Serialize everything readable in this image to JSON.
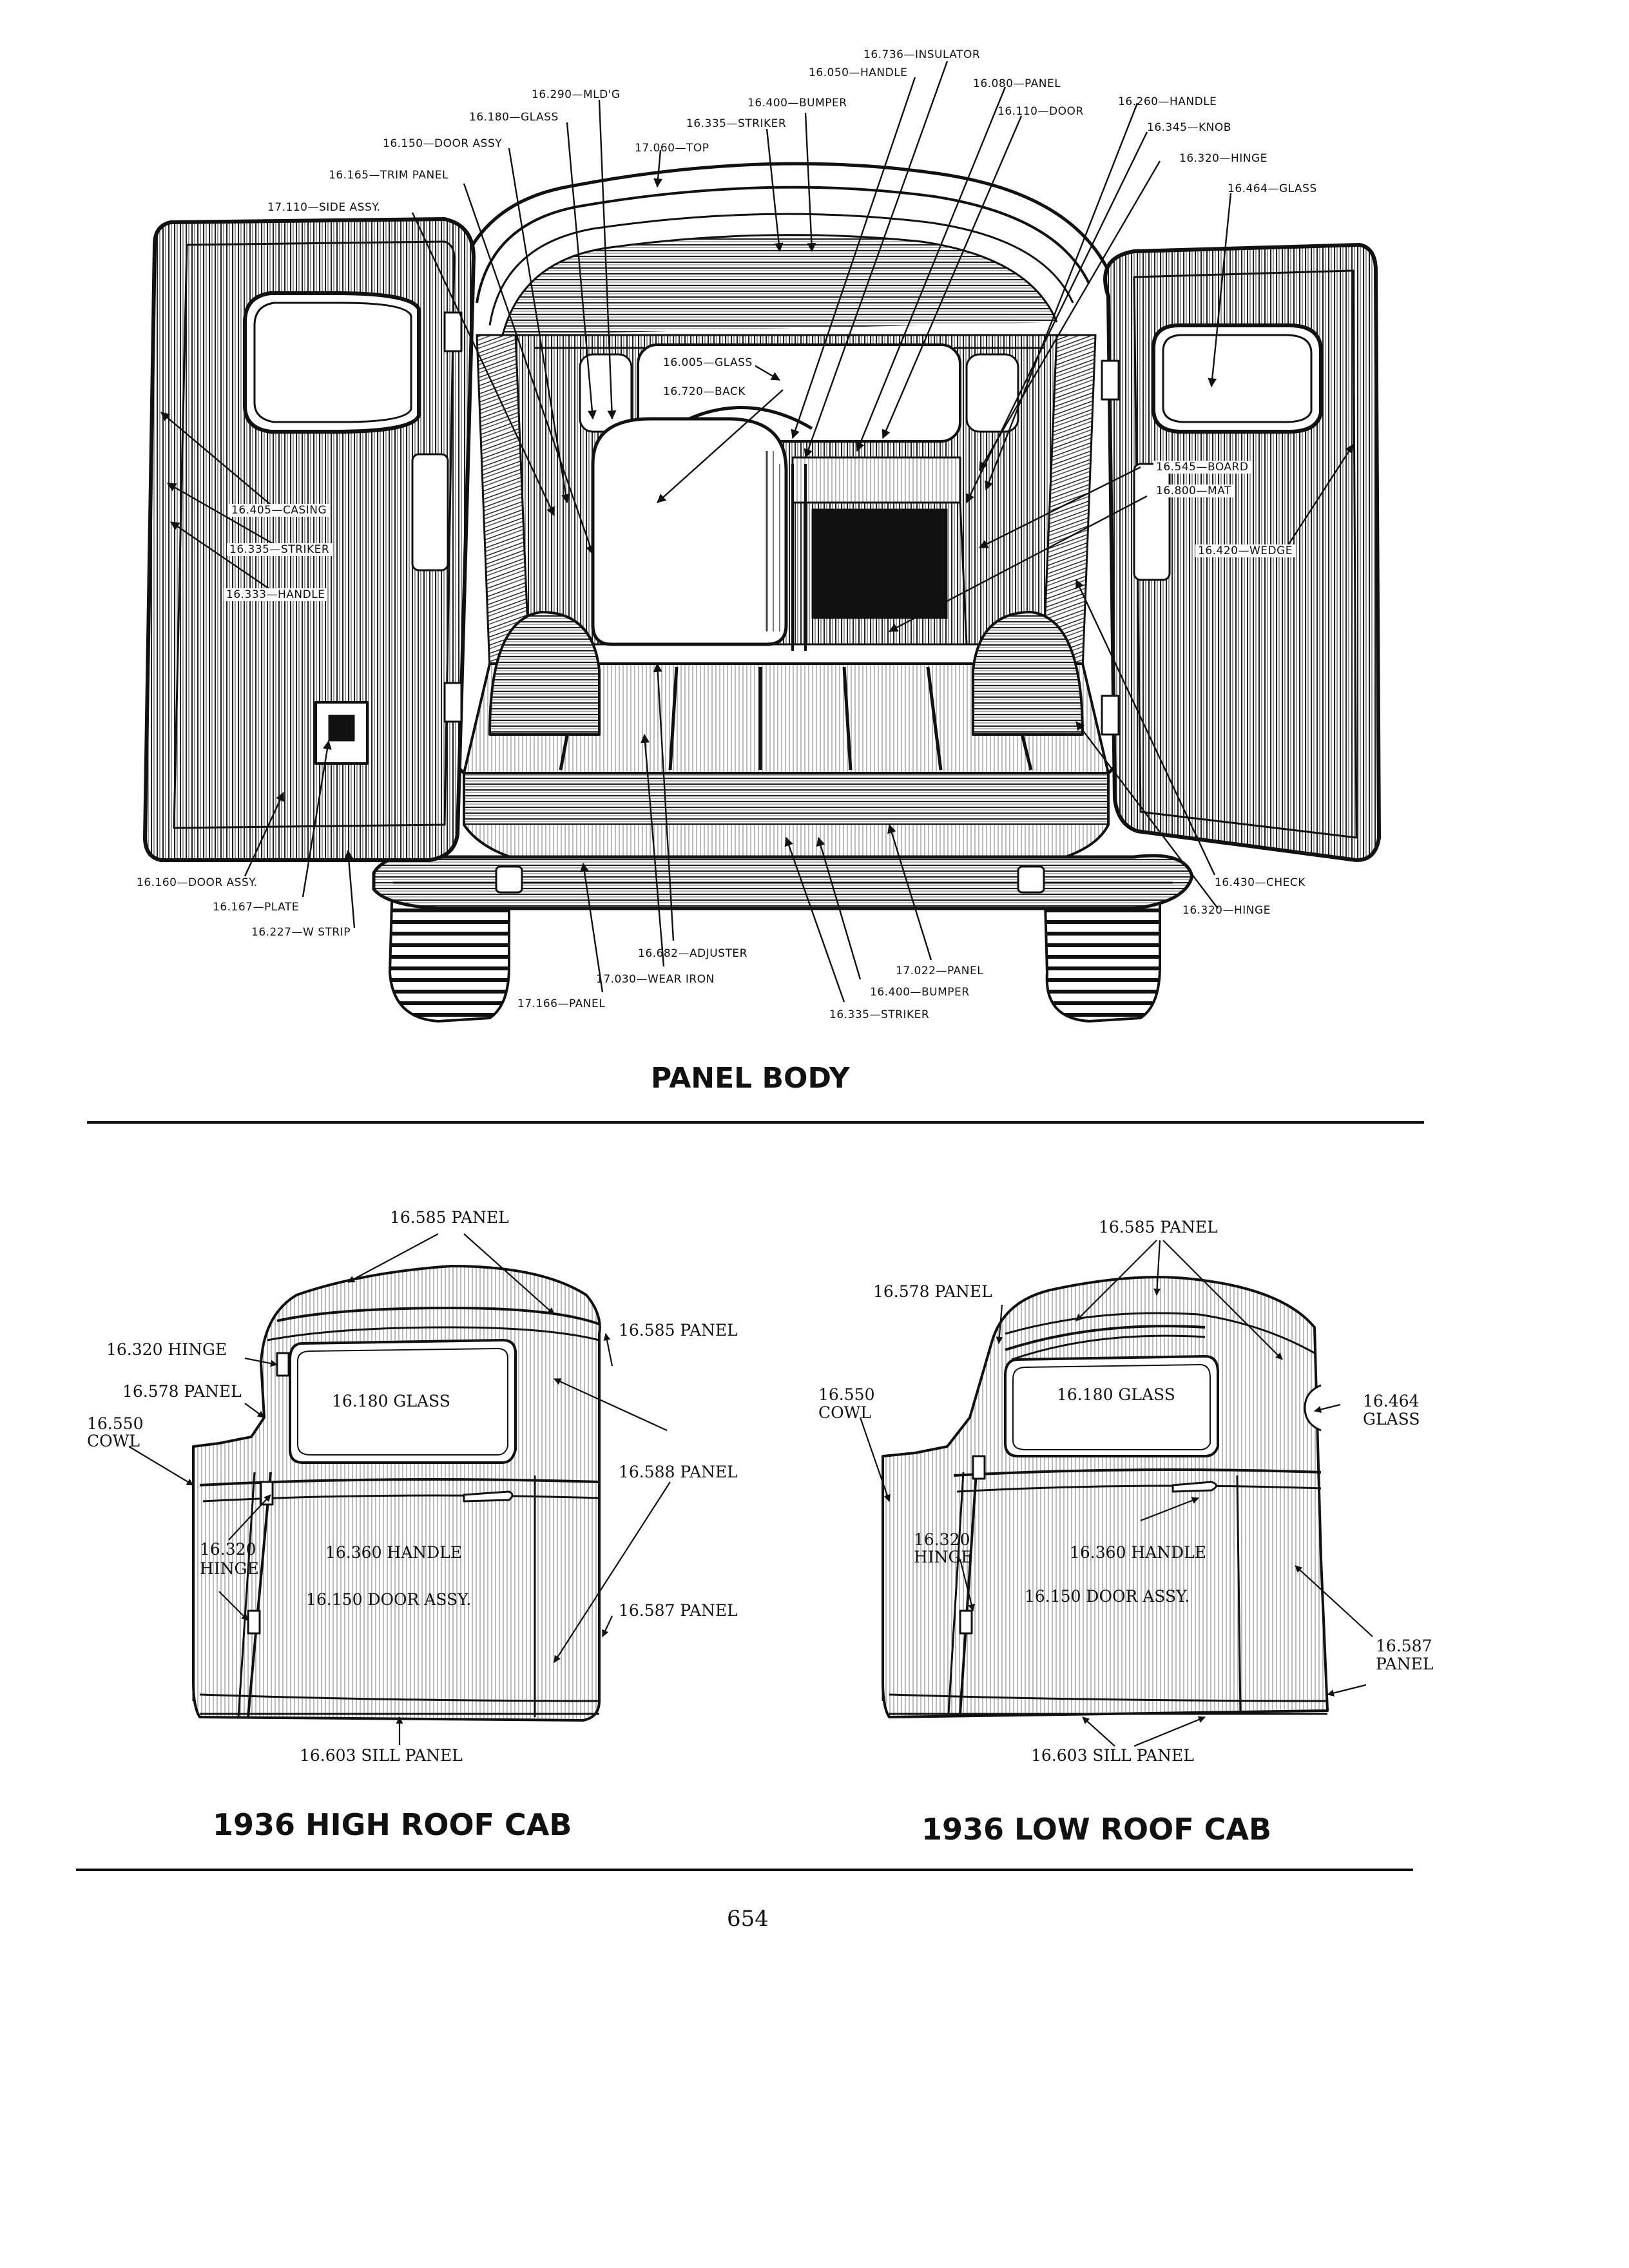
{
  "panel_body": {
    "title": "PANEL BODY",
    "labels": [
      {
        "id": "insulator",
        "text": "16.736—INSULATOR"
      },
      {
        "id": "handle_top",
        "text": "16.050—HANDLE"
      },
      {
        "id": "bumper_top",
        "text": "16.400—BUMPER"
      },
      {
        "id": "striker_top",
        "text": "16.335—STRIKER"
      },
      {
        "id": "top",
        "text": "17.060—TOP"
      },
      {
        "id": "mldg",
        "text": "16.290—MLD'G"
      },
      {
        "id": "glass_top",
        "text": "16.180—GLASS"
      },
      {
        "id": "door_assy_top",
        "text": "16.150—DOOR ASSY"
      },
      {
        "id": "trim_panel",
        "text": "16.165—TRIM PANEL"
      },
      {
        "id": "side_assy",
        "text": "17.110—SIDE ASSY."
      },
      {
        "id": "panel_top",
        "text": "16.080—PANEL"
      },
      {
        "id": "door_top",
        "text": "16.110—DOOR"
      },
      {
        "id": "handle_right",
        "text": "16.260—HANDLE"
      },
      {
        "id": "knob",
        "text": "16.345—KNOB"
      },
      {
        "id": "hinge_right",
        "text": "16.320—HINGE"
      },
      {
        "id": "glass_right",
        "text": "16.464—GLASS"
      },
      {
        "id": "glass_center",
        "text": "16.005—GLASS"
      },
      {
        "id": "back",
        "text": "16.720—BACK"
      },
      {
        "id": "board",
        "text": "16.545—BOARD"
      },
      {
        "id": "mat",
        "text": "16.800—MAT"
      },
      {
        "id": "wedge",
        "text": "16.420—WEDGE"
      },
      {
        "id": "casing",
        "text": "16.405—CASING"
      },
      {
        "id": "striker_left",
        "text": "16.335—STRIKER"
      },
      {
        "id": "handle_left",
        "text": "16.333—HANDLE"
      },
      {
        "id": "door_assy_bottom",
        "text": "16.160—DOOR ASSY."
      },
      {
        "id": "plate",
        "text": "16.167—PLATE"
      },
      {
        "id": "w_strip",
        "text": "16.227—W STRIP"
      },
      {
        "id": "check",
        "text": "16.430—CHECK"
      },
      {
        "id": "hinge_bottom",
        "text": "16.320—HINGE"
      },
      {
        "id": "adjuster",
        "text": "16.682—ADJUSTER"
      },
      {
        "id": "wear_iron",
        "text": "17.030—WEAR IRON"
      },
      {
        "id": "panel_bottom_left",
        "text": "17.166—PANEL"
      },
      {
        "id": "panel_bottom_right",
        "text": "17.022—PANEL"
      },
      {
        "id": "bumper_bottom",
        "text": "16.400—BUMPER"
      },
      {
        "id": "striker_bottom",
        "text": "16.335—STRIKER"
      }
    ]
  },
  "high_roof": {
    "title": "1936 HIGH ROOF CAB",
    "labels": [
      {
        "id": "hr_panel_top",
        "text": "16.585 PANEL"
      },
      {
        "id": "hr_panel_right",
        "text": "16.585 PANEL"
      },
      {
        "id": "hr_hinge_top",
        "text": "16.320 HINGE"
      },
      {
        "id": "hr_panel_578",
        "text": "16.578 PANEL"
      },
      {
        "id": "hr_cowl_num",
        "text": "16.550"
      },
      {
        "id": "hr_cowl",
        "text": "COWL"
      },
      {
        "id": "hr_glass",
        "text": "16.180 GLASS"
      },
      {
        "id": "hr_panel_588",
        "text": "16.588 PANEL"
      },
      {
        "id": "hr_hinge_num",
        "text": "16.320"
      },
      {
        "id": "hr_hinge",
        "text": "HINGE"
      },
      {
        "id": "hr_handle",
        "text": "16.360 HANDLE"
      },
      {
        "id": "hr_door_assy",
        "text": "16.150 DOOR ASSY."
      },
      {
        "id": "hr_panel_587",
        "text": "16.587 PANEL"
      },
      {
        "id": "hr_sill",
        "text": "16.603 SILL PANEL"
      }
    ]
  },
  "low_roof": {
    "title": "1936 LOW ROOF CAB",
    "labels": [
      {
        "id": "lr_panel_top",
        "text": "16.585 PANEL"
      },
      {
        "id": "lr_panel_578",
        "text": "16.578 PANEL"
      },
      {
        "id": "lr_cowl_num",
        "text": "16.550"
      },
      {
        "id": "lr_cowl",
        "text": "COWL"
      },
      {
        "id": "lr_glass",
        "text": "16.180 GLASS"
      },
      {
        "id": "lr_glass_464_num",
        "text": "16.464"
      },
      {
        "id": "lr_glass_464",
        "text": "GLASS"
      },
      {
        "id": "lr_hinge_num",
        "text": "16.320"
      },
      {
        "id": "lr_hinge",
        "text": "HINGE"
      },
      {
        "id": "lr_handle",
        "text": "16.360 HANDLE"
      },
      {
        "id": "lr_door_assy",
        "text": "16.150 DOOR ASSY."
      },
      {
        "id": "lr_panel_587_num",
        "text": "16.587"
      },
      {
        "id": "lr_panel_587",
        "text": "PANEL"
      },
      {
        "id": "lr_sill",
        "text": "16.603 SILL PANEL"
      }
    ]
  },
  "page_number": "654",
  "colors": {
    "ink": "#111111",
    "paper": "#ffffff",
    "shade": "#9a9a9a"
  }
}
